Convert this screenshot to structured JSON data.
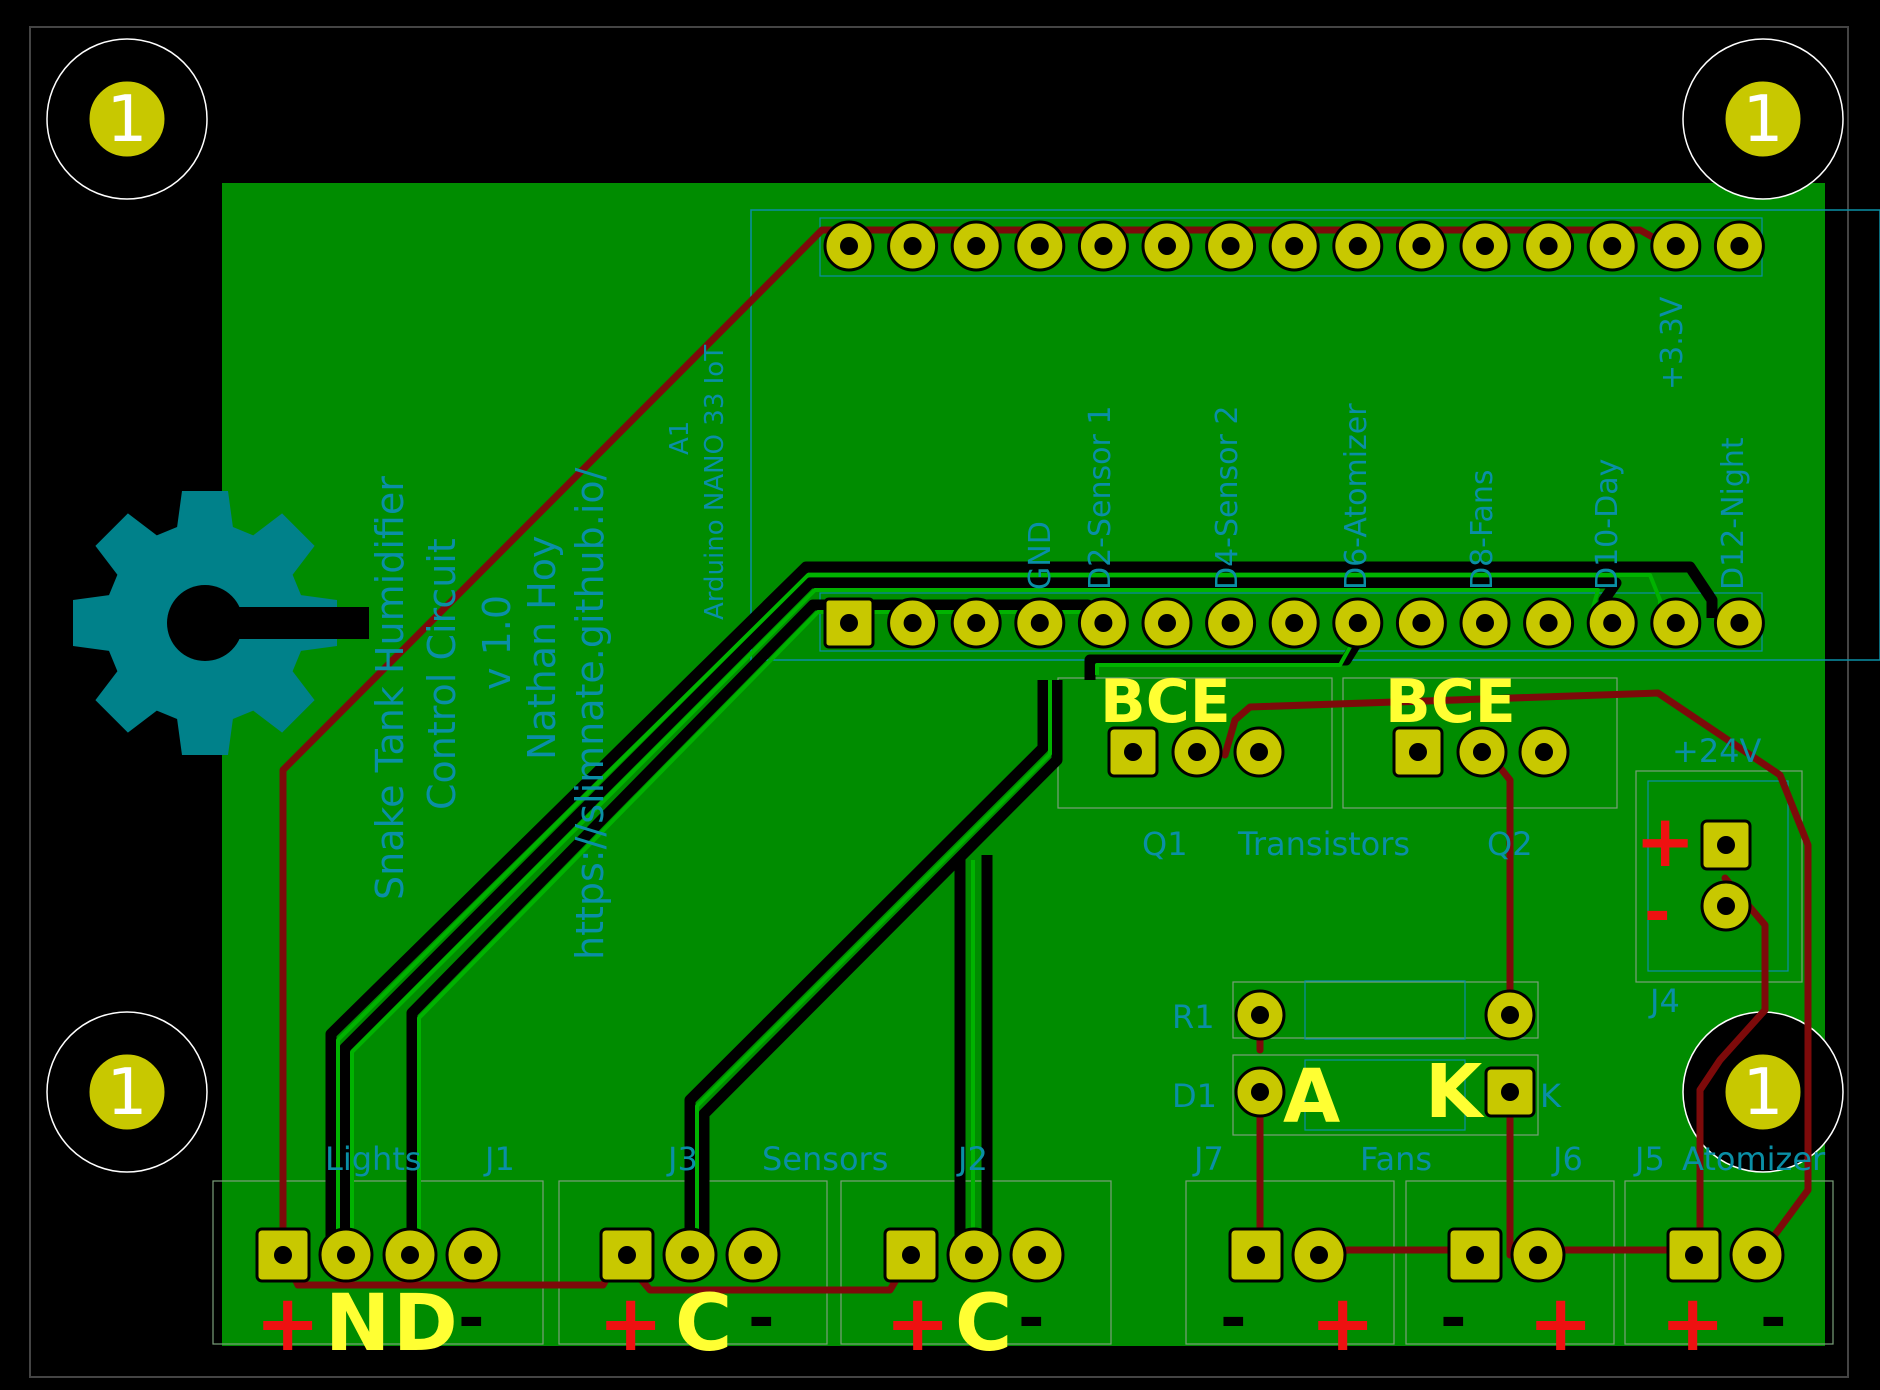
{
  "board": {
    "title_lines": [
      "Snake Tank Humidifier",
      "Control Circuit",
      "v 1.0",
      "Nathan Hoy",
      "https://slimnate.github.io/"
    ],
    "mount_hole_label": "1",
    "colors": {
      "substrate": "#000000",
      "copper_fill": "#008c00",
      "track": "#7d0a0a",
      "pad": "#c8c800",
      "silk": "#0a8fa6",
      "fab_text": "#ffff33",
      "symbol_red": "#ee1111",
      "logo": "#00818a"
    }
  },
  "arduino": {
    "ref": "A1",
    "name": "Arduino NANO 33 IoT",
    "pin_labels": [
      "GND",
      "D2-Sensor 1",
      "D4-Sensor 2",
      "D6-Atomizer",
      "D8-Fans",
      "D10-Day",
      "D12-Night",
      "+3.3V"
    ]
  },
  "transistors": {
    "section_label": "Transistors",
    "q1": {
      "ref": "Q1",
      "pins": "BCE"
    },
    "q2": {
      "ref": "Q2",
      "pins": "BCE"
    }
  },
  "power": {
    "ref": "J4",
    "label": "+24V",
    "plus": "+",
    "minus": "-"
  },
  "resistor": {
    "ref": "R1"
  },
  "diode": {
    "ref": "D1",
    "anode": "A",
    "cathode": "K",
    "cathode_silk": "K"
  },
  "connectors": {
    "j1": {
      "ref": "J1",
      "section": "Lights",
      "marks": [
        "+",
        "N",
        "D",
        "-"
      ]
    },
    "j3": {
      "ref": "J3",
      "section": "Sensors",
      "marks": [
        "+",
        "C",
        "-"
      ]
    },
    "j2": {
      "ref": "J2",
      "marks": [
        "+",
        "C",
        "-"
      ]
    },
    "j7": {
      "ref": "J7",
      "section": "Fans",
      "marks": [
        "-",
        "+"
      ]
    },
    "j6": {
      "ref": "J6",
      "marks": [
        "-",
        "+"
      ]
    },
    "j5": {
      "ref": "J5",
      "section": "Atomizer",
      "marks": [
        "+",
        "-"
      ]
    }
  }
}
